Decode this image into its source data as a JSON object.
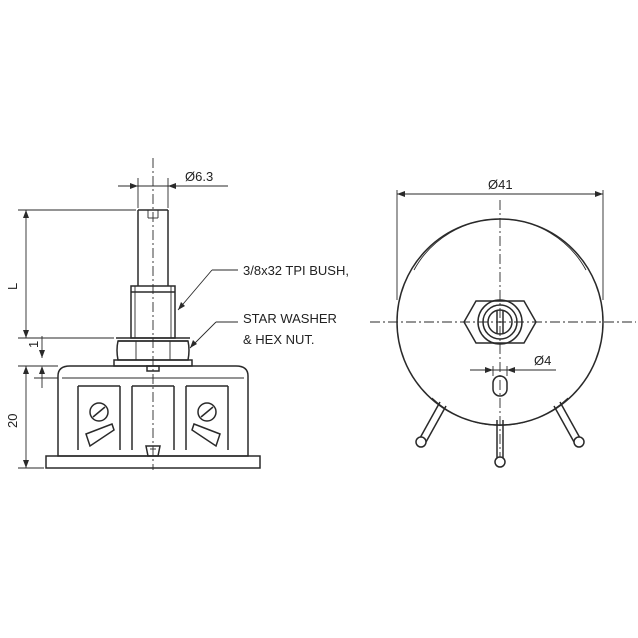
{
  "dimensions": {
    "shaft_diameter": "Ø6.3",
    "body_diameter": "Ø41",
    "pin_diameter": "Ø4",
    "shaft_length": "L",
    "nut_gap": "1",
    "body_height": "20"
  },
  "callouts": {
    "bushing_line1": "3/8x32 TPI BUSH,",
    "washer_line1": "STAR WASHER",
    "washer_line2": "& HEX NUT."
  }
}
